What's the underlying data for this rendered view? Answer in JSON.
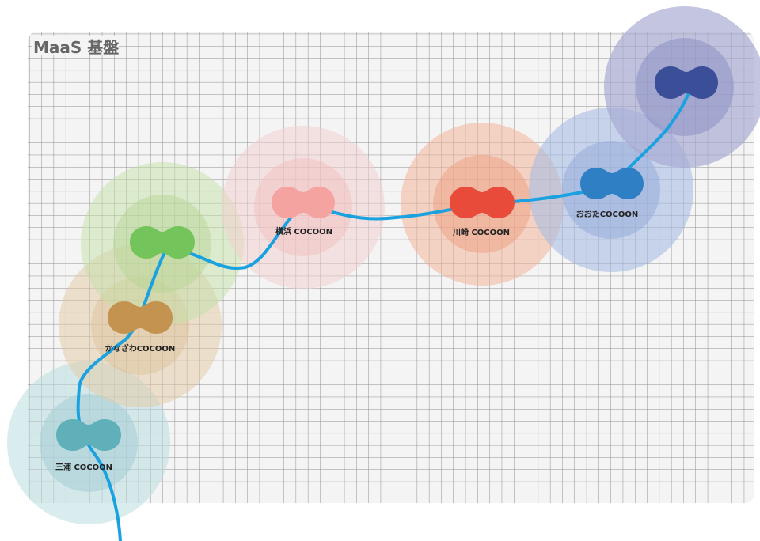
{
  "title": "MaaS 基盤",
  "nodes": [
    {
      "id": "miura",
      "label": "三浦 COCOON",
      "color": "#5fb0b8",
      "halo": "#b9dce0"
    },
    {
      "id": "kanazawa",
      "label": "かなざわCOCOON",
      "color": "#c49350",
      "halo": "#e2c9a3"
    },
    {
      "id": "green",
      "label": "",
      "color": "#73c45a",
      "halo": "#c3dfa8"
    },
    {
      "id": "yokohama",
      "label": "横浜 COCOON",
      "color": "#f4a3a0",
      "halo": "#f3cfcf"
    },
    {
      "id": "kawasaki",
      "label": "川崎 COCOON",
      "color": "#e84b3a",
      "halo": "#f2b59b"
    },
    {
      "id": "oota",
      "label": "おおたCOCOON",
      "color": "#2f7fc4",
      "halo": "#a8bde2"
    },
    {
      "id": "navy",
      "label": "",
      "color": "#3b4e98",
      "halo": "#a4a8d1"
    }
  ],
  "colors": {
    "grid": "#8f8f8f",
    "board": "#f4f4f4",
    "line": "#1aa2e0",
    "title": "#666666"
  }
}
